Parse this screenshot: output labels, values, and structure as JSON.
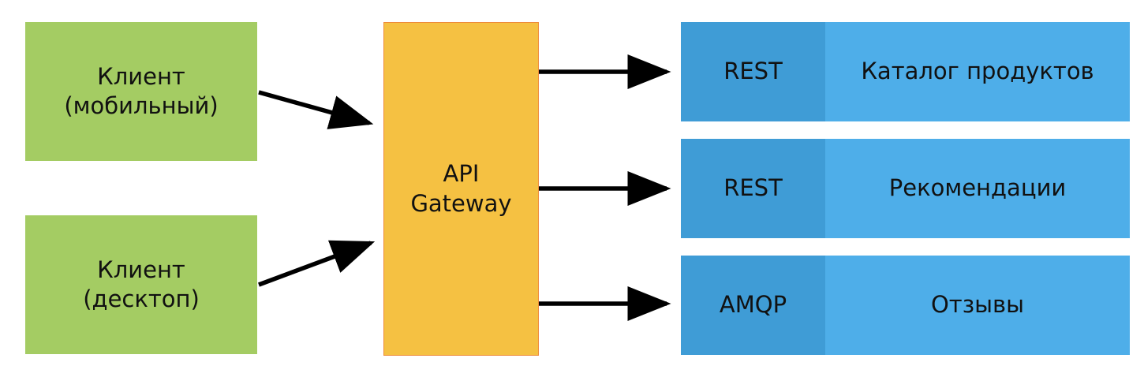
{
  "clients": [
    {
      "label": "Клиент\n(мобильный)"
    },
    {
      "label": "Клиент\n(десктоп)"
    }
  ],
  "gateway": {
    "label": "API\nGateway"
  },
  "services": [
    {
      "protocol": "REST",
      "name": "Каталог продуктов"
    },
    {
      "protocol": "REST",
      "name": "Рекомендации"
    },
    {
      "protocol": "AMQP",
      "name": "Отзывы"
    }
  ],
  "colors": {
    "client": "#a4cc63",
    "gateway": "#f5c142",
    "gateway_border": "#ee8b3a",
    "protocol": "#3f9cd6",
    "service": "#4eaee9",
    "arrow": "#000000"
  }
}
